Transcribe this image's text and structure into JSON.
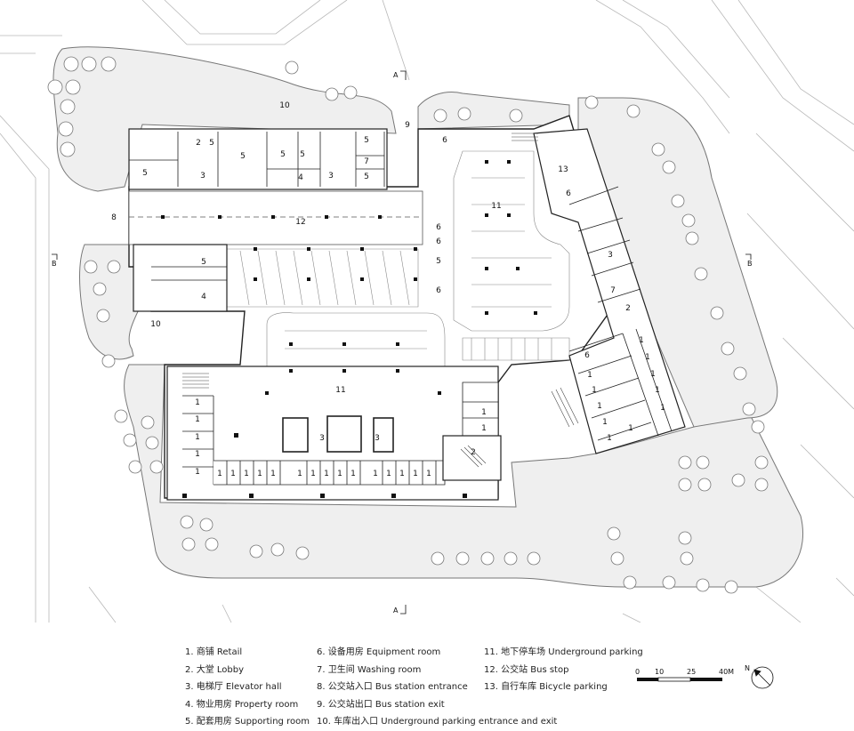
{
  "rooms": {
    "r1": "1",
    "r2": "2",
    "r3": "3",
    "r4": "4",
    "r5": "5",
    "r6": "6",
    "r7": "7",
    "r8": "8",
    "r9": "9",
    "r10": "10",
    "r11": "11",
    "r12": "12",
    "r13": "13"
  },
  "section_marks": {
    "a": "A",
    "b": "B"
  },
  "legend": {
    "col1": [
      "1. 商铺 Retail",
      "2. 大堂 Lobby",
      "3. 电梯厅 Elevator hall",
      "4. 物业用房 Property room",
      "5. 配套用房 Supporting room"
    ],
    "col2": [
      "6. 设备用房 Equipment room",
      "7. 卫生间 Washing room",
      "8. 公交站入口 Bus station entrance",
      "9. 公交站出口 Bus station exit",
      "10. 车库出入口 Underground parking entrance and exit"
    ],
    "col3": [
      "11. 地下停车场 Underground parking",
      "12. 公交站 Bus stop",
      "13. 自行车库 Bicycle parking"
    ]
  },
  "scale": {
    "ticks": [
      "0",
      "10",
      "25",
      "40M"
    ]
  },
  "north": {
    "label": "N"
  }
}
